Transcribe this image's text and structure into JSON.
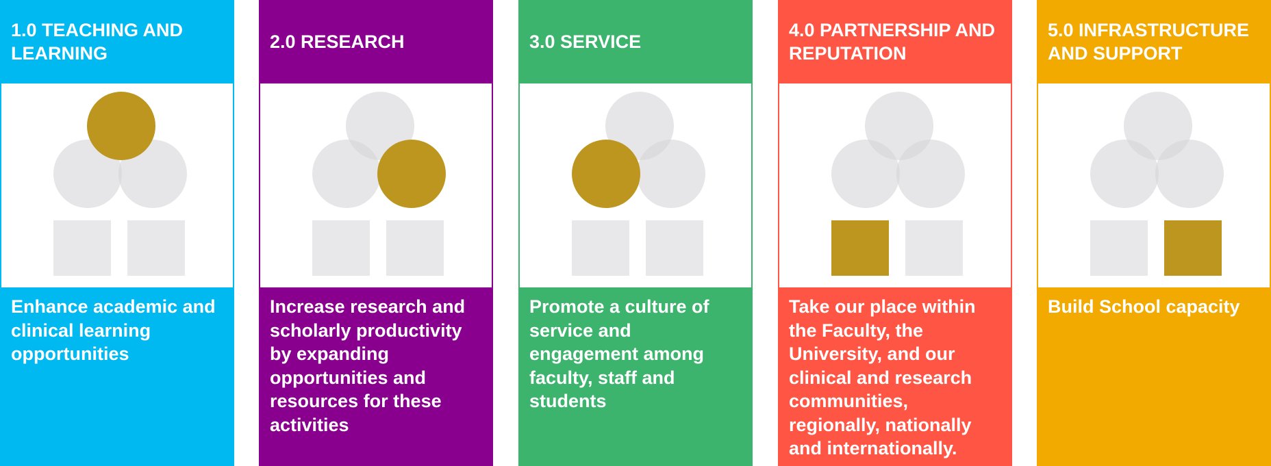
{
  "colors": {
    "highlight": "#bc961f",
    "inactive_shape": "#d6d6d8",
    "pillar_1": "#00b9f0",
    "pillar_2": "#8a008e",
    "pillar_3": "#3db46e",
    "pillar_4": "#ff5545",
    "pillar_5": "#f2a900"
  },
  "pillars": [
    {
      "title": "1.0 TEACHING AND LEARNING",
      "description": "Enhance academic and clinical learning opportunities",
      "color": "#00b9f0",
      "highlighted_shape": "top-circle"
    },
    {
      "title": "2.0 RESEARCH",
      "description": "Increase research and scholarly productivity by expanding opportunities and resources for these activities",
      "color": "#8a008e",
      "highlighted_shape": "right-circle"
    },
    {
      "title": "3.0 SERVICE",
      "description": "Promote a culture of service and engagement among faculty, staff and students",
      "color": "#3db46e",
      "highlighted_shape": "left-circle"
    },
    {
      "title": "4.0 PARTNERSHIP AND REPUTATION",
      "description": "Take our place within the Faculty, the University, and our clinical and research communities, regionally, nationally and internationally.",
      "color": "#ff5545",
      "highlighted_shape": "left-square"
    },
    {
      "title": "5.0 INFRASTRUCTURE AND SUPPORT",
      "description": "Build School capacity",
      "color": "#f2a900",
      "highlighted_shape": "right-square"
    }
  ]
}
